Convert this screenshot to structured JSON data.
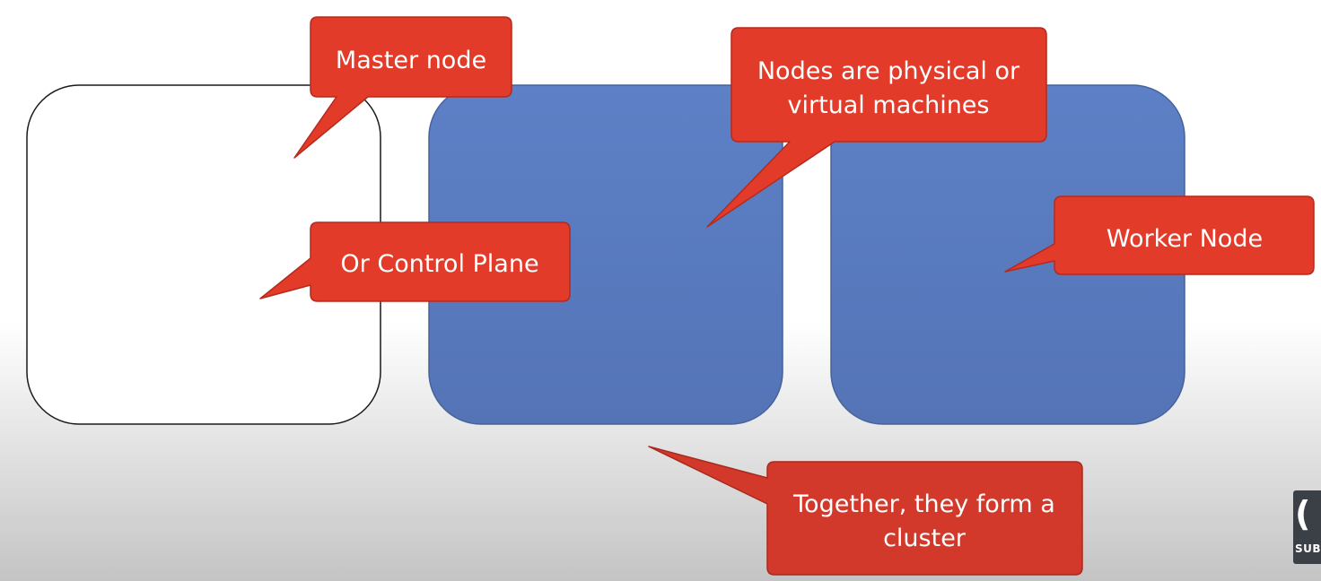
{
  "colors": {
    "background": "#ffffff",
    "master_fill": "#ffffff",
    "master_stroke": "#1a1a1a",
    "worker_fill": "#5b7fc4",
    "worker_stroke": "#45639c",
    "callout_fill": "#e33b2a",
    "callout_stroke": "#b52a1c",
    "callout_text": "#ffffff",
    "watermark_bg": "#3b3f46"
  },
  "nodes": [
    {
      "id": "master-node",
      "label": ""
    },
    {
      "id": "worker-node-1",
      "label": ""
    },
    {
      "id": "worker-node-2",
      "label": ""
    }
  ],
  "callouts": [
    {
      "id": "master-node",
      "lines": [
        "Master node"
      ]
    },
    {
      "id": "control-plane",
      "lines": [
        "Or Control Plane"
      ]
    },
    {
      "id": "nodes-physical",
      "lines": [
        "Nodes are physical or",
        "virtual machines"
      ]
    },
    {
      "id": "worker-node",
      "lines": [
        "Worker Node"
      ]
    },
    {
      "id": "cluster",
      "lines": [
        "Together, they form a",
        "cluster"
      ]
    }
  ],
  "watermark": {
    "glyph": "(",
    "text": "SUBS"
  }
}
